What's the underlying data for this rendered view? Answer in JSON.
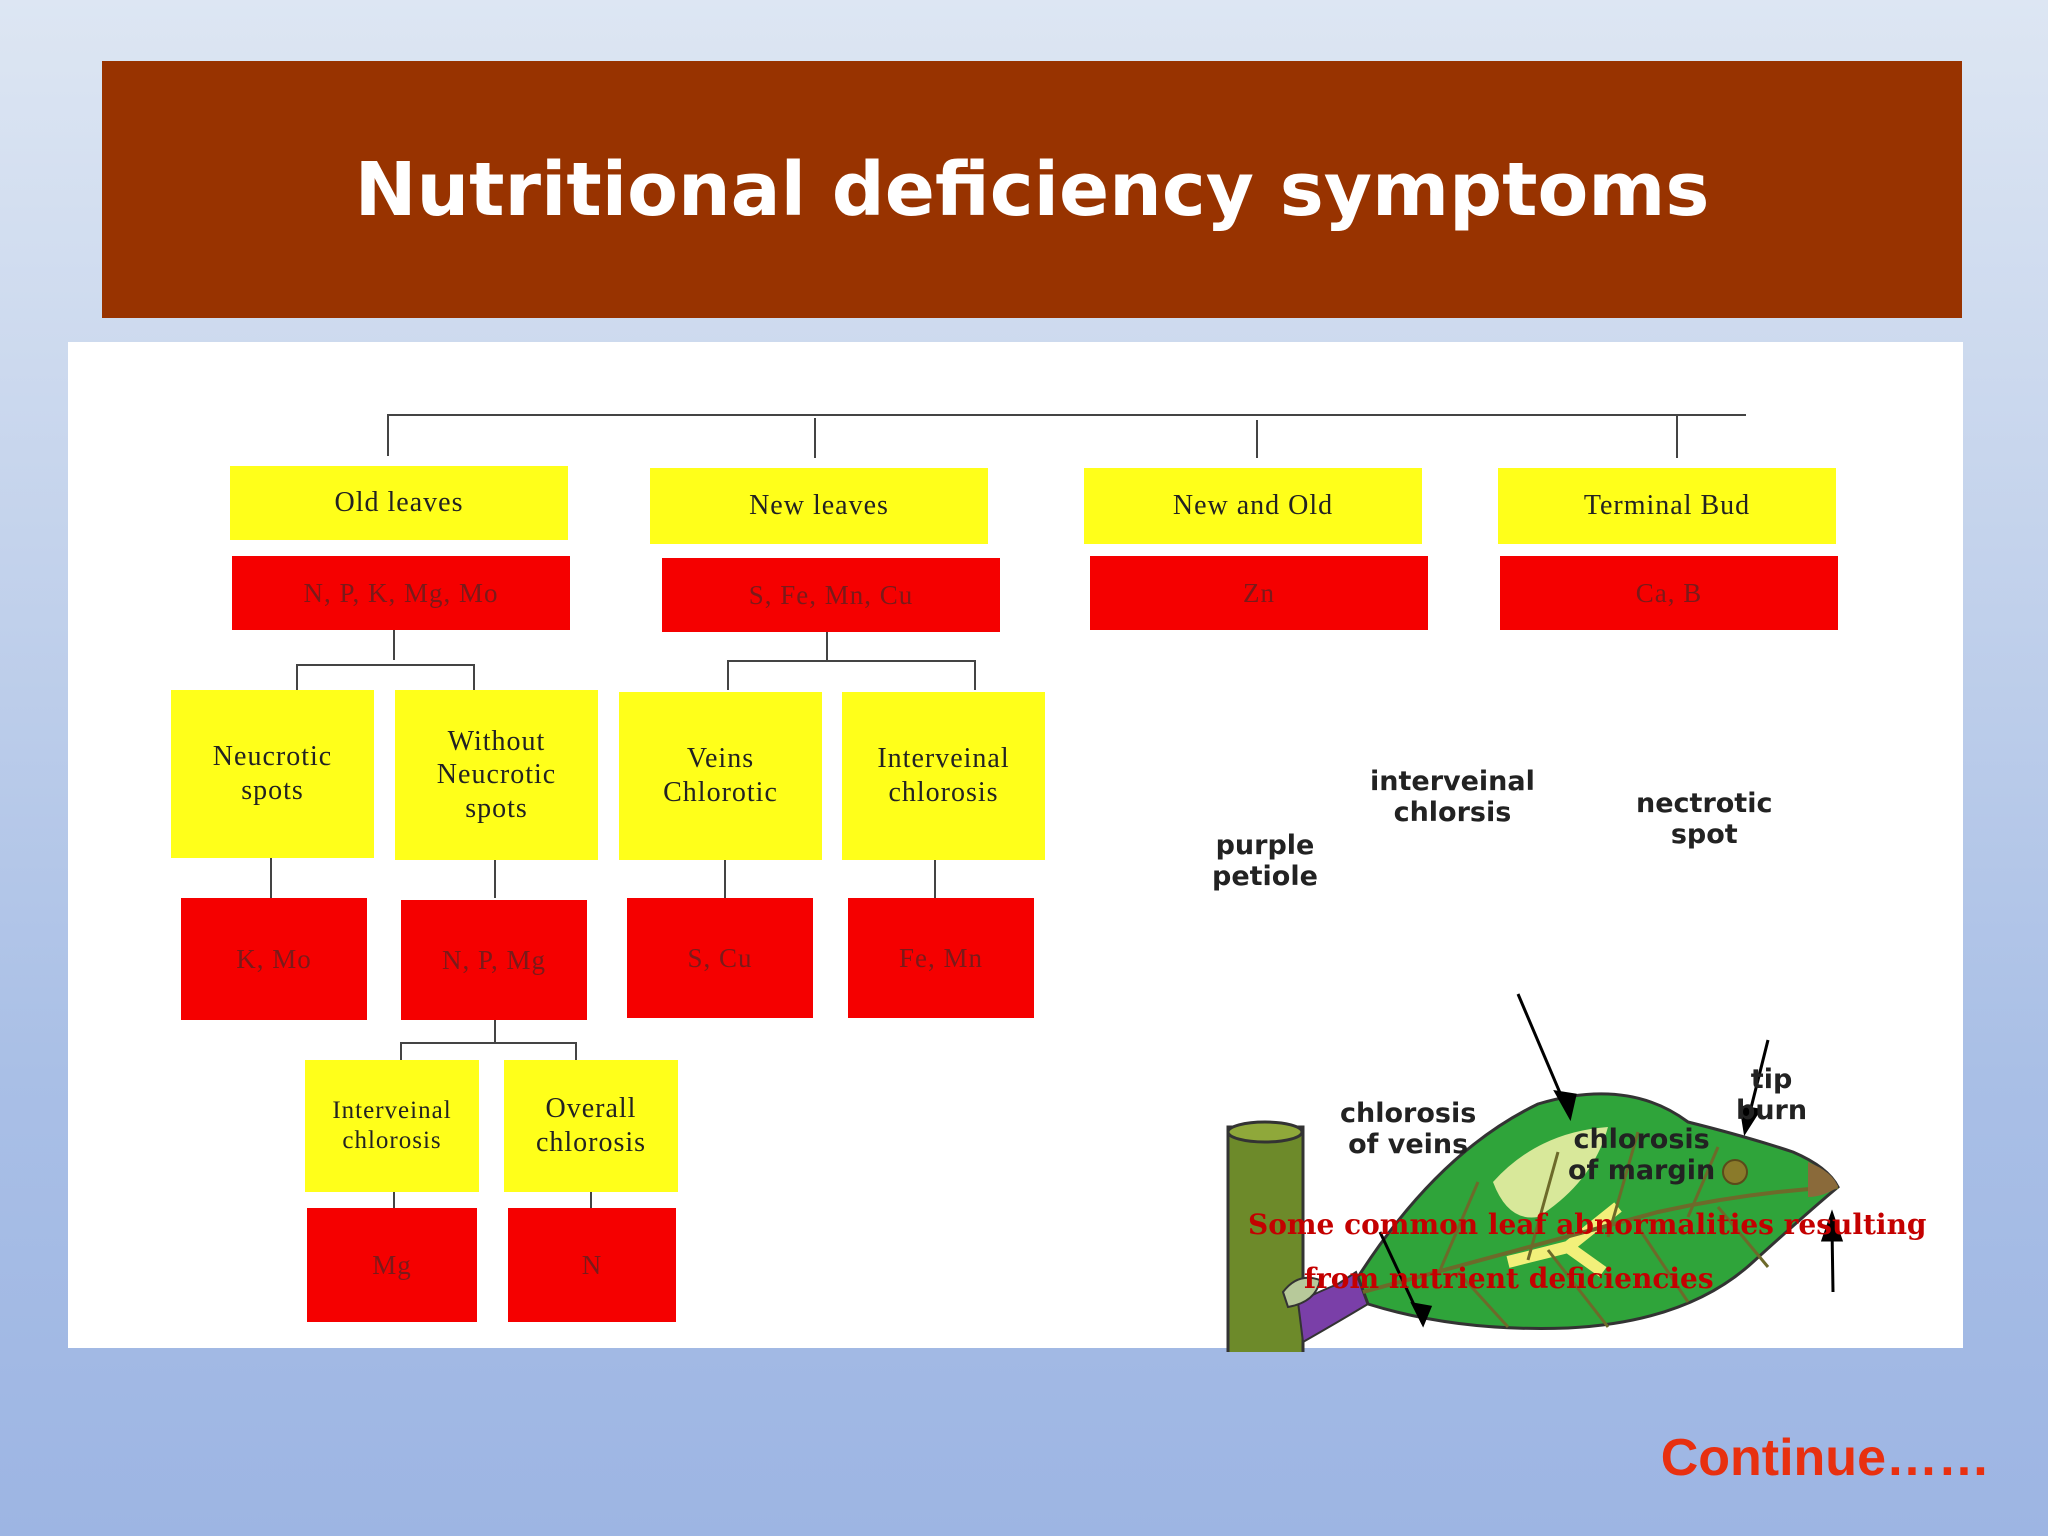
{
  "title": "Nutritional deficiency symptoms",
  "tree": {
    "level1": [
      {
        "label": "Old leaves",
        "elements": "N, P, K, Mg, Mo"
      },
      {
        "label": "New leaves",
        "elements": "S, Fe, Mn, Cu"
      },
      {
        "label": "New and Old",
        "elements": "Zn"
      },
      {
        "label": "Terminal Bud",
        "elements": "Ca, B"
      }
    ],
    "old_branches": [
      {
        "label": "Neucrotic\nspots",
        "elements": "K, Mo"
      },
      {
        "label": "Without\nNeucrotic\nspots",
        "elements": "N, P, Mg"
      }
    ],
    "new_branches": [
      {
        "label": "Veins\nChlorotic",
        "elements": "S, Cu"
      },
      {
        "label": "Interveinal\nchlorosis",
        "elements": "Fe, Mn"
      }
    ],
    "without_branches": [
      {
        "label": "Interveinal\nchlorosis",
        "elements": "Mg"
      },
      {
        "label": "Overall\nchlorosis",
        "elements": "N"
      }
    ]
  },
  "leaf_figure": {
    "labels": {
      "purple_petiole": "purple\npetiole",
      "interveinal": "interveinal\nchlorsis",
      "necrotic": "nectrotic\nspot",
      "tip_burn": "tip\nburn",
      "chlorosis_veins": "chlorosis\nof veins",
      "chlorosis_margin": "chlorosis\nof margin"
    },
    "caption_line1": "Some common leaf abnormalities resulting",
    "caption_line2": "from nutrient deficiencies"
  },
  "continue_label": "Continue……",
  "colors": {
    "banner": "#983300",
    "symptom_box": "#ffff1a",
    "element_box": "#f50000",
    "caption": "#c40000",
    "continue": "#e83010"
  }
}
